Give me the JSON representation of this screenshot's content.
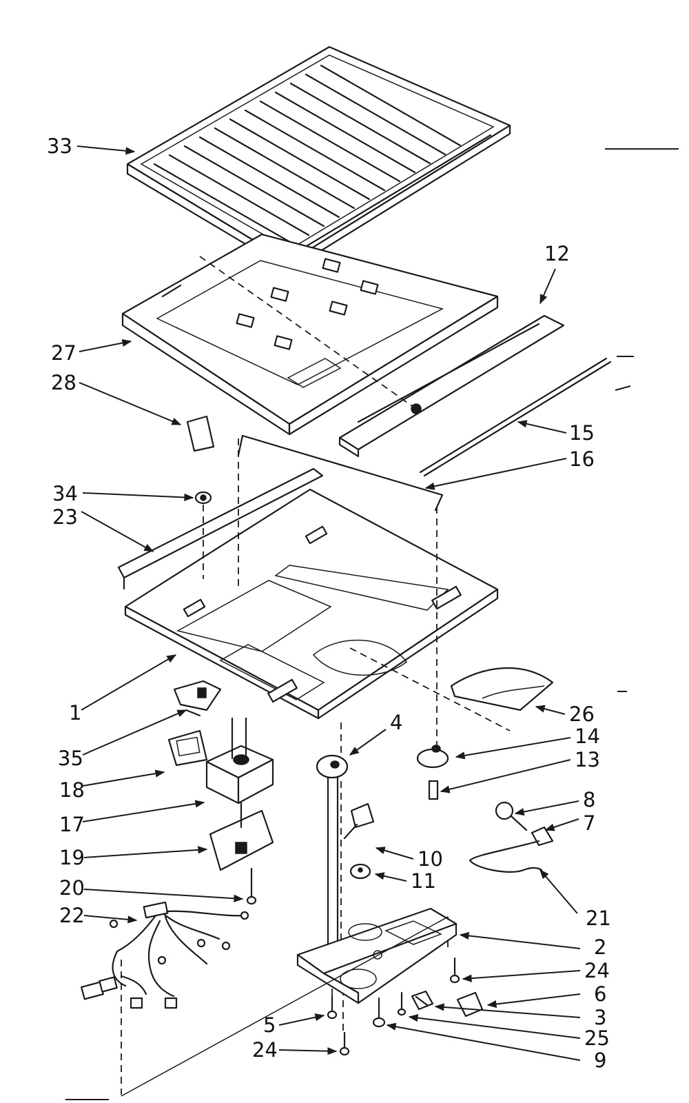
{
  "callouts": [
    {
      "id": "33",
      "label": "33"
    },
    {
      "id": "12",
      "label": "12"
    },
    {
      "id": "27",
      "label": "27"
    },
    {
      "id": "28",
      "label": "28"
    },
    {
      "id": "15",
      "label": "15"
    },
    {
      "id": "16",
      "label": "16"
    },
    {
      "id": "34",
      "label": "34"
    },
    {
      "id": "23",
      "label": "23"
    },
    {
      "id": "1",
      "label": "1"
    },
    {
      "id": "26",
      "label": "26"
    },
    {
      "id": "35",
      "label": "35"
    },
    {
      "id": "4",
      "label": "4"
    },
    {
      "id": "14",
      "label": "14"
    },
    {
      "id": "13",
      "label": "13"
    },
    {
      "id": "18",
      "label": "18"
    },
    {
      "id": "17",
      "label": "17"
    },
    {
      "id": "8",
      "label": "8"
    },
    {
      "id": "7",
      "label": "7"
    },
    {
      "id": "19",
      "label": "19"
    },
    {
      "id": "10",
      "label": "10"
    },
    {
      "id": "11",
      "label": "11"
    },
    {
      "id": "20",
      "label": "20"
    },
    {
      "id": "22",
      "label": "22"
    },
    {
      "id": "21",
      "label": "21"
    },
    {
      "id": "2",
      "label": "2"
    },
    {
      "id": "24a",
      "label": "24"
    },
    {
      "id": "6",
      "label": "6"
    },
    {
      "id": "5",
      "label": "5"
    },
    {
      "id": "3",
      "label": "3"
    },
    {
      "id": "25",
      "label": "25"
    },
    {
      "id": "24b",
      "label": "24"
    },
    {
      "id": "9",
      "label": "9"
    }
  ]
}
